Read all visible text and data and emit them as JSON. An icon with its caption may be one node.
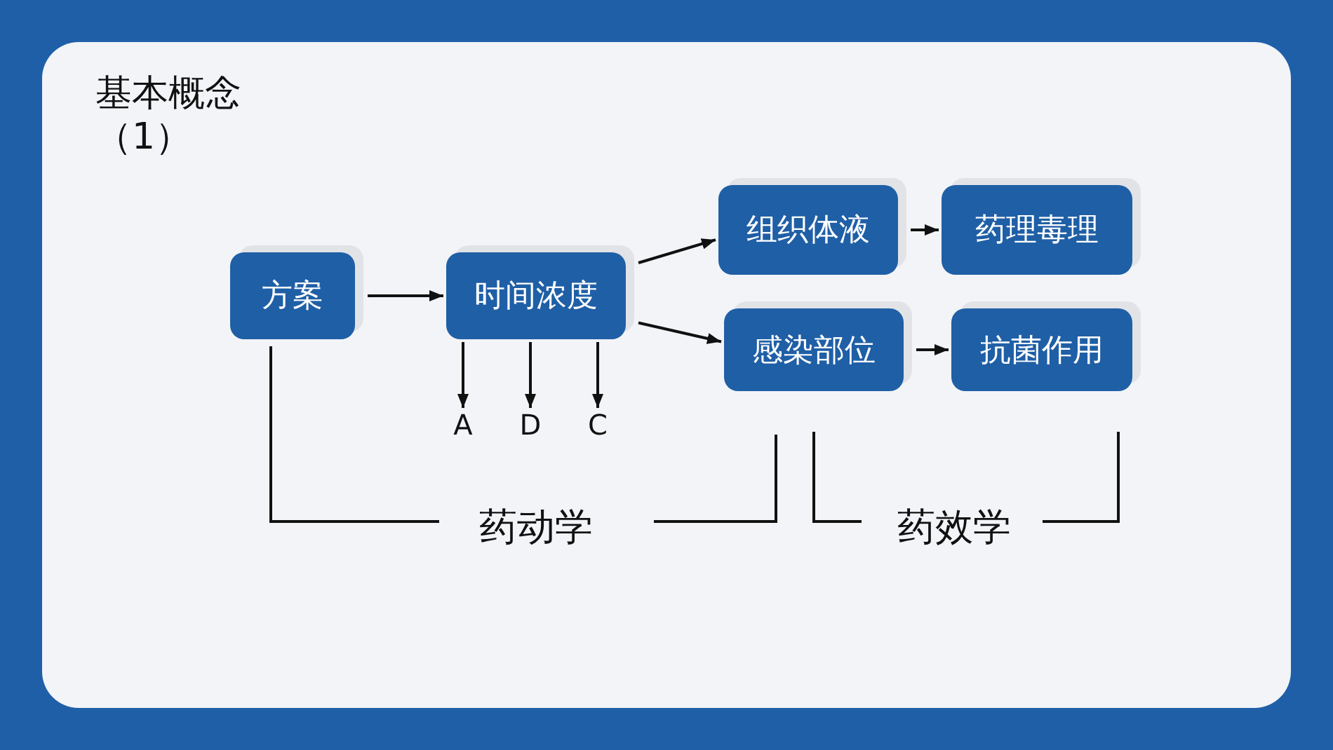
{
  "diagram": {
    "title": "基本概念（1）",
    "nodes": [
      {
        "text": [
          "方案"
        ]
      },
      {
        "text": [
          "时间浓度"
        ]
      },
      {
        "text": [
          "组织体液"
        ]
      },
      {
        "text": [
          "药理毒理"
        ]
      },
      {
        "text": [
          "感染部位"
        ]
      },
      {
        "text": [
          "抗菌作用"
        ]
      },
      {
        "text": [
          "A"
        ]
      },
      {
        "text": [
          "D"
        ]
      },
      {
        "text": [
          "C"
        ]
      }
    ],
    "edges": [
      {
        "from": 0,
        "to": 1,
        "arrow": "to"
      },
      {
        "from": 1,
        "to": 2,
        "arrow": "to"
      },
      {
        "from": 1,
        "to": 4,
        "arrow": "to"
      },
      {
        "from": 2,
        "to": 3,
        "arrow": "to"
      },
      {
        "from": 4,
        "to": 5,
        "arrow": "to"
      },
      {
        "from": 1,
        "to": 6,
        "arrow": "to"
      },
      {
        "from": 1,
        "to": 7,
        "arrow": "to"
      },
      {
        "from": 1,
        "to": 8,
        "arrow": "to"
      }
    ],
    "labels": [
      "药动学",
      "药效学"
    ]
  }
}
